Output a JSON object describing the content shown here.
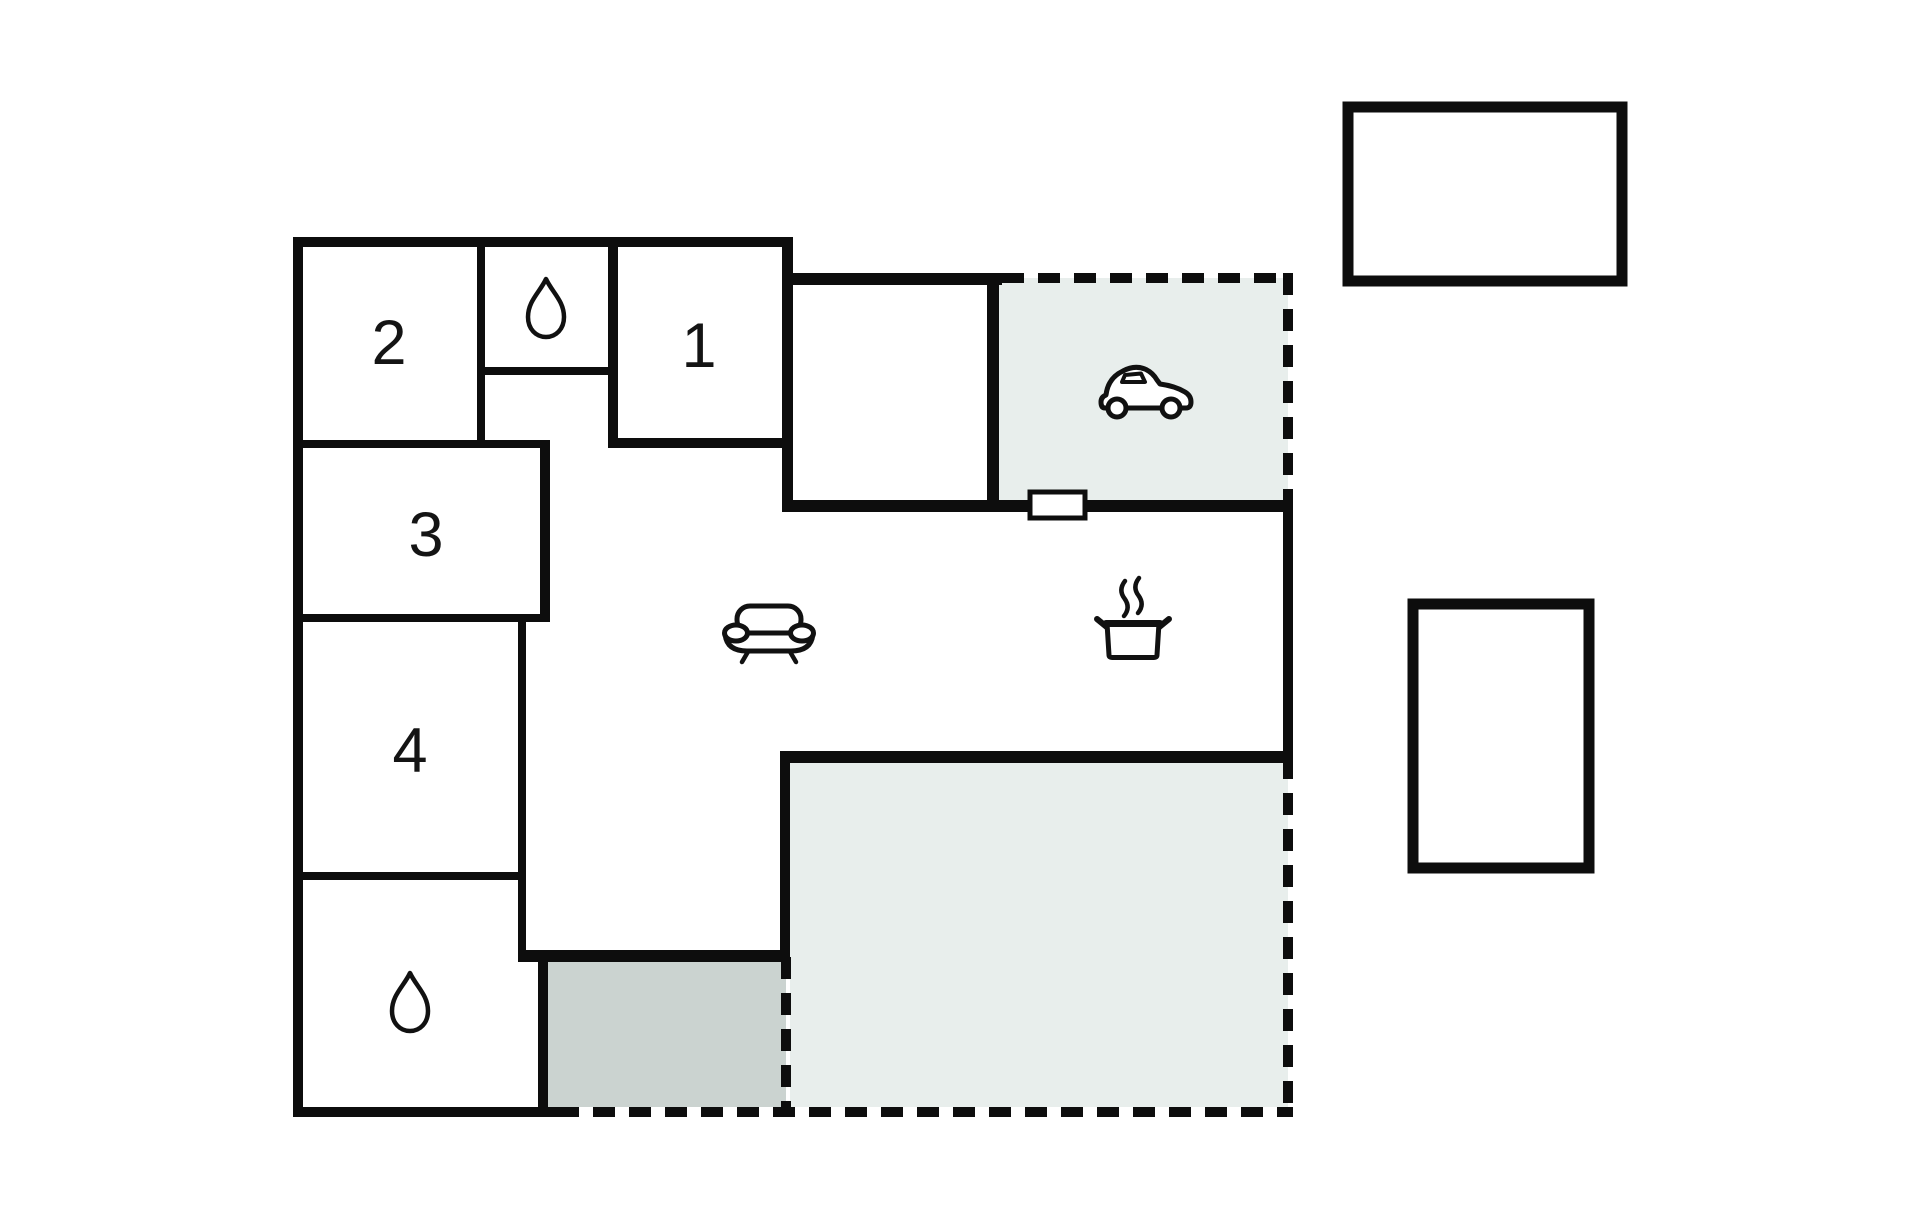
{
  "floor_plan": {
    "rooms": [
      {
        "number": "1"
      },
      {
        "number": "2"
      },
      {
        "number": "3"
      },
      {
        "number": "4"
      }
    ],
    "icons": {
      "bathroom_top": "water-drop",
      "bathroom_bottom": "water-drop",
      "carport": "car",
      "living_room": "sofa",
      "kitchen": "cooking-pot"
    },
    "colors": {
      "wall": "#0d0d0d",
      "carport_terrace_fill": "#e8eeec",
      "patio_dark_fill": "#cbd3d0",
      "water_drop_fill": "#b5eff2"
    }
  }
}
